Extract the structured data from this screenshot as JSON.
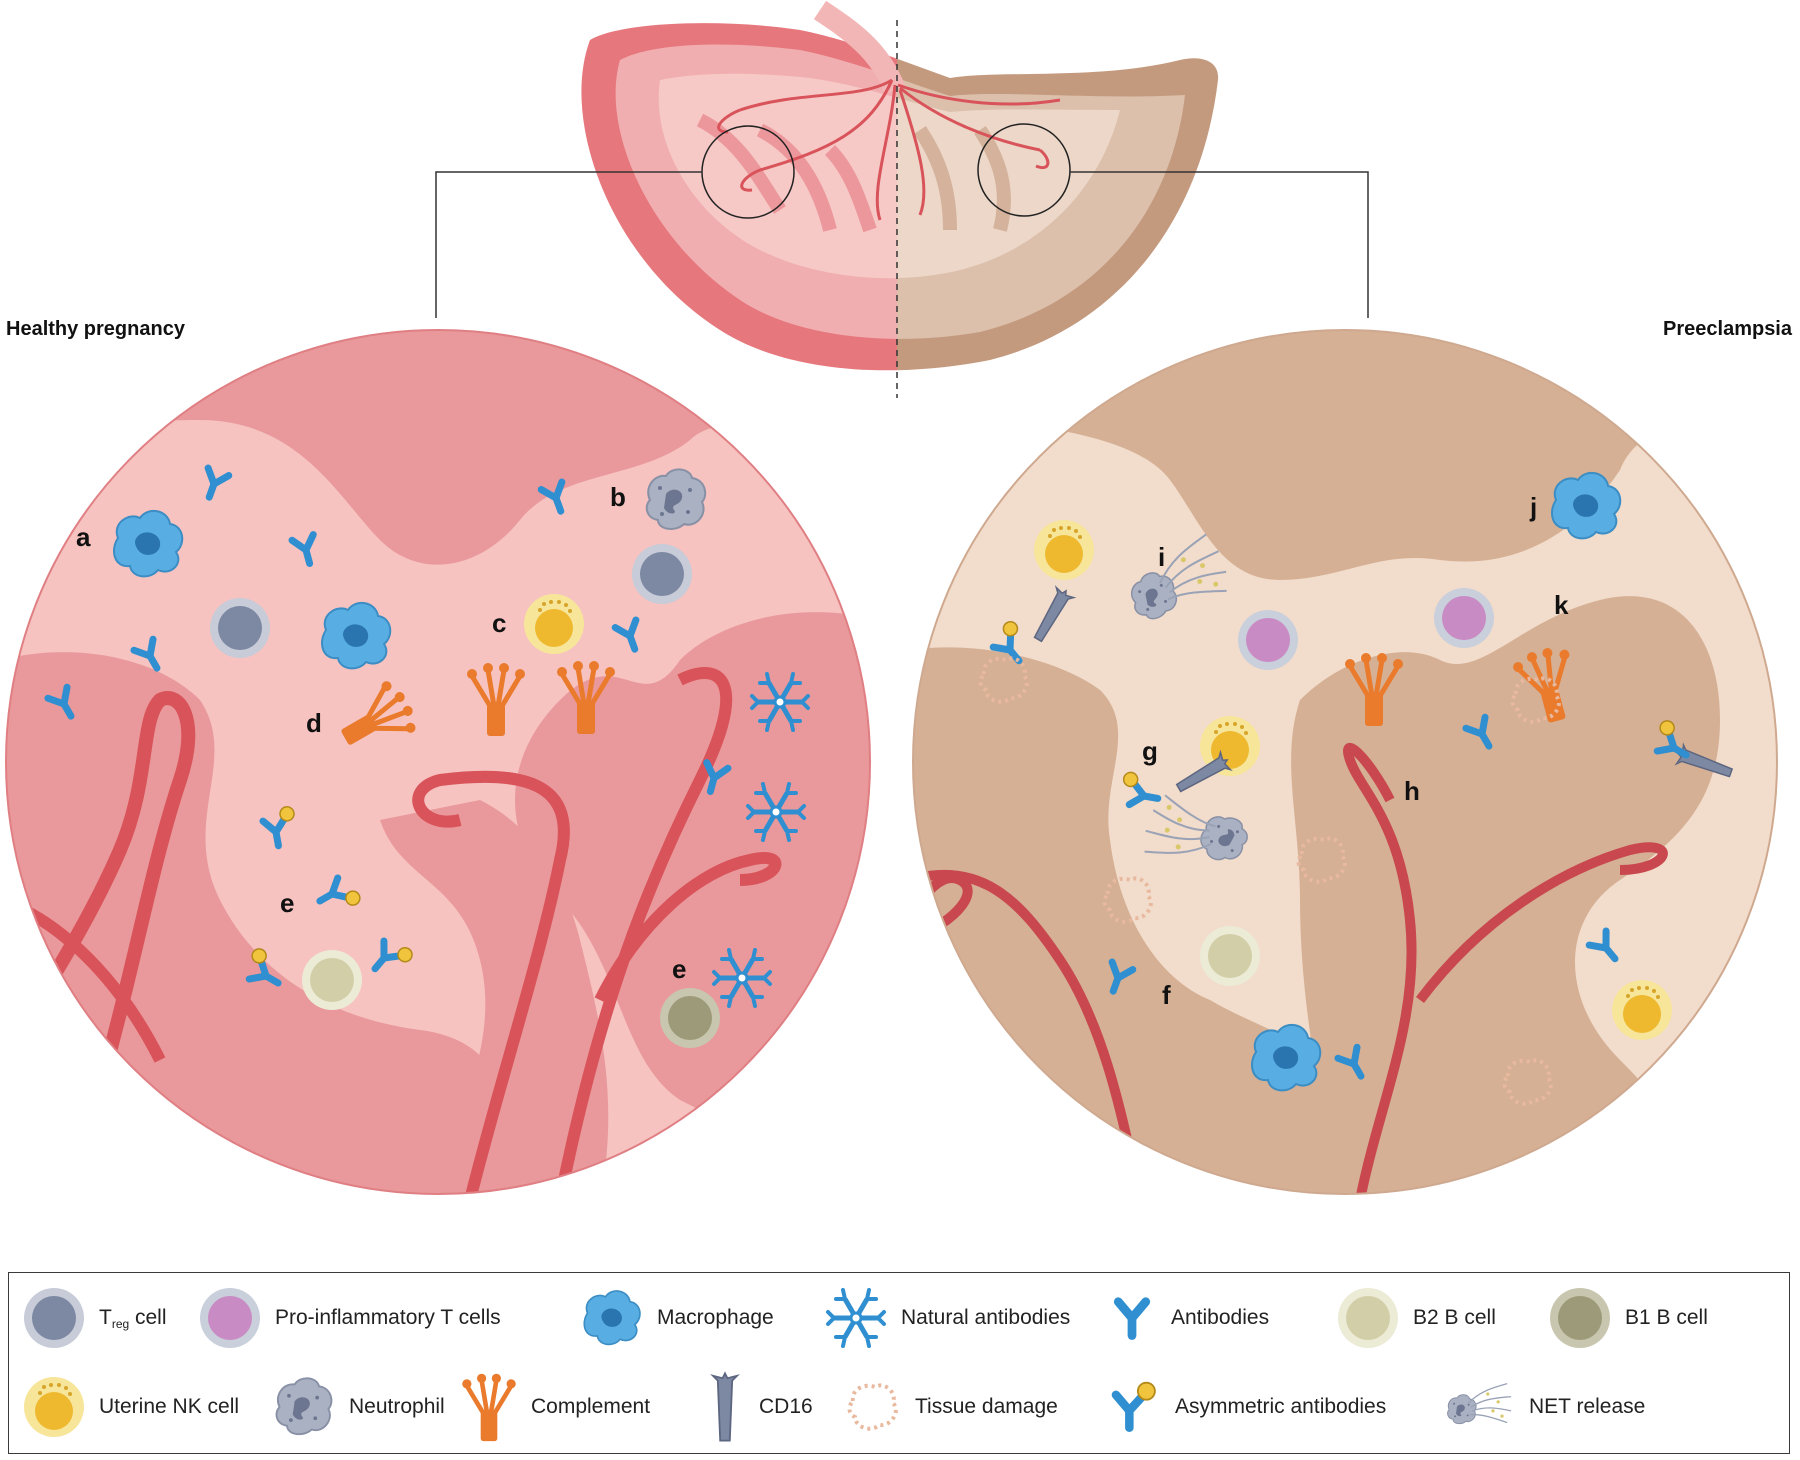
{
  "titles": {
    "left": "Healthy pregnancy",
    "right": "Preeclampsia"
  },
  "panel_labels": {
    "a": "a",
    "b": "b",
    "c": "c",
    "d": "d",
    "e": "e",
    "f": "f",
    "g": "g",
    "h": "h",
    "i": "i",
    "j": "j",
    "k": "k"
  },
  "legend": {
    "treg_main": "T",
    "treg_sub": "reg",
    "treg_rest": " cell",
    "pro_inflammatory_t": "Pro-inflammatory T cells",
    "macrophage": "Macrophage",
    "natural_antibodies": "Natural antibodies",
    "antibodies": "Antibodies",
    "b2_b_cell": "B2 B cell",
    "b1_b_cell": "B1 B cell",
    "uterine_nk": "Uterine NK cell",
    "neutrophil": "Neutrophil",
    "complement": "Complement",
    "cd16": "CD16",
    "tissue_damage": "Tissue damage",
    "asymmetric_antibodies": "Asymmetric antibodies",
    "net_release": "NET release"
  },
  "colors": {
    "healthy_bg": "#f6c3c1",
    "healthy_tissue": "#e9999b",
    "preeclampsia_bg": "#f2dccb",
    "preeclampsia_tissue": "#d5b095",
    "vessel": "#d9535a",
    "antibody": "#2f8fd0",
    "complement": "#ea7a2c",
    "macrophage": "#58aee3",
    "treg": "#7d88a2",
    "pro_inflammatory": "#c98bc4",
    "uterine_nk": "#f0c43c",
    "b2": "#d8d6b2",
    "b1": "#9c9a78",
    "neutrophil": "#9aa2b6",
    "tissue_damage": "#e8b99e"
  }
}
